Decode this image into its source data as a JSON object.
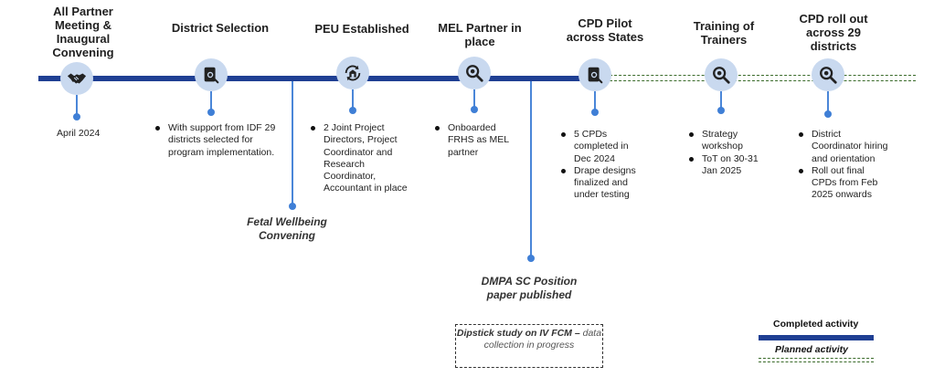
{
  "colors": {
    "completed_line": "#1f3f93",
    "planned_line": "#3a6b2a",
    "node_fill": "#c9d9ef",
    "connector": "#4a86d8"
  },
  "milestones": [
    {
      "title": "All Partner Meeting & Inaugural Convening",
      "icon": "handshake-icon",
      "note": "April 2024"
    },
    {
      "title": "District Selection",
      "icon": "document-search-icon",
      "bullets": [
        "With support from IDF 29 districts selected for program implementation."
      ]
    },
    {
      "title": "PEU Established",
      "icon": "building-refresh-icon",
      "bullets": [
        "2 Joint Project Directors, Project Coordinator and Research Coordinator, Accountant in place"
      ]
    },
    {
      "title": "MEL Partner in place",
      "icon": "magnifier-icon",
      "bullets": [
        "Onboarded FRHS as MEL partner"
      ]
    },
    {
      "title": "CPD Pilot across States",
      "icon": "document-search-icon",
      "bullets": [
        "5 CPDs completed in Dec 2024",
        "Drape designs finalized and under testing"
      ]
    },
    {
      "title": "Training of Trainers",
      "icon": "magnifier-icon",
      "bullets": [
        "Strategy workshop",
        "ToT on 30-31 Jan 2025"
      ]
    },
    {
      "title": "CPD roll out across 29 districts",
      "icon": "magnifier-icon",
      "bullets": [
        "District Coordinator hiring and orientation",
        "Roll out final CPDs from Feb 2025 onwards"
      ]
    }
  ],
  "events": {
    "fetal": "Fetal Wellbeing Convening",
    "dmpa": "DMPA SC Position paper published",
    "dipstick": {
      "bold": "Dipstick study on IV FCM –",
      "rest": "data collection in progress"
    }
  },
  "legend": {
    "completed": "Completed activity",
    "planned": "Planned activity"
  }
}
